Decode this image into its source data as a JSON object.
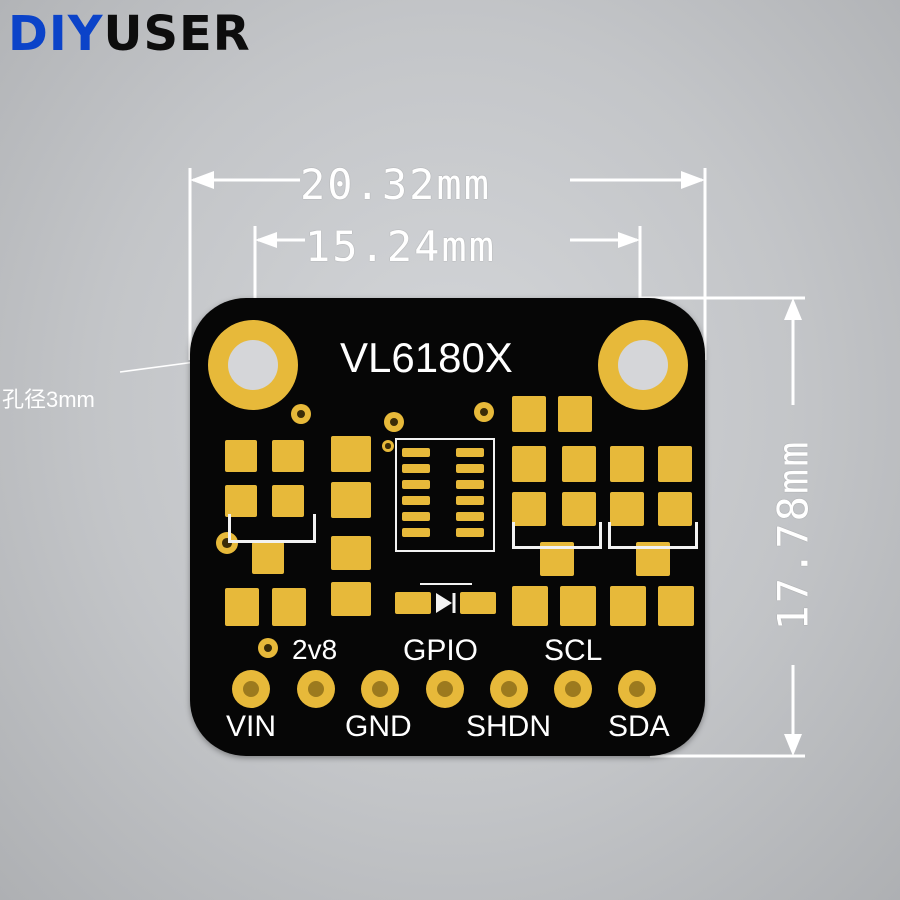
{
  "brand": {
    "part1": "DIY",
    "part2": "USER"
  },
  "board": {
    "title": "VL6180X"
  },
  "dimensions": {
    "width_outer": "20.32mm",
    "width_holes": "15.24mm",
    "height": "17.78mm",
    "hole_label": "孔径3mm"
  },
  "pins_top": {
    "p1": "2v8",
    "p2": "GPIO",
    "p3": "SCL"
  },
  "pins_bottom": {
    "p1": "VIN",
    "p2": "GND",
    "p3": "SHDN",
    "p4": "SDA"
  },
  "colors": {
    "board": "#060606",
    "gold": "#e7b93a",
    "brand_blue": "#0b43c9",
    "background": "#c8cacd"
  }
}
